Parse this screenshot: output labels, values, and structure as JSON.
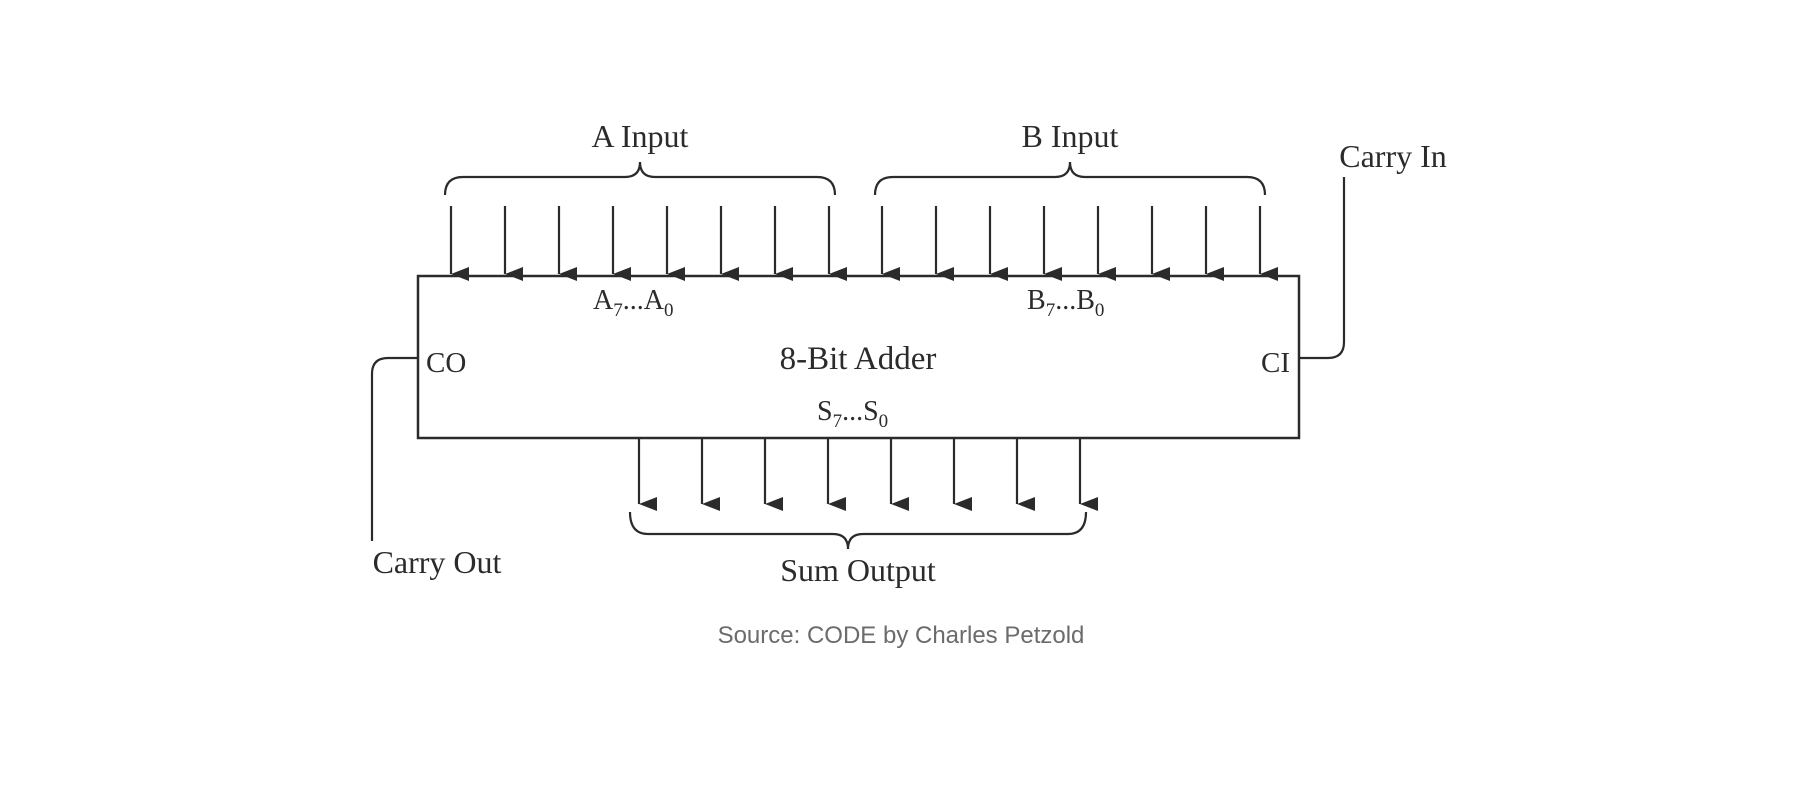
{
  "diagram": {
    "labels": {
      "a_input": "A Input",
      "b_input": "B Input",
      "carry_in": "Carry In",
      "carry_out": "Carry Out",
      "sum_output": "Sum Output",
      "block_title": "8-Bit Adder",
      "co": "CO",
      "ci": "CI",
      "a_bits": {
        "hi": "A",
        "hi_sub": "7",
        "ellipsis": "...",
        "lo": "A",
        "lo_sub": "0"
      },
      "b_bits": {
        "hi": "B",
        "hi_sub": "7",
        "ellipsis": "...",
        "lo": "B",
        "lo_sub": "0"
      },
      "s_bits": {
        "hi": "S",
        "hi_sub": "7",
        "ellipsis": "...",
        "lo": "S",
        "lo_sub": "0"
      }
    },
    "stroke_color": "#2b2b2b"
  },
  "caption": "Source: CODE by Charles Petzold"
}
